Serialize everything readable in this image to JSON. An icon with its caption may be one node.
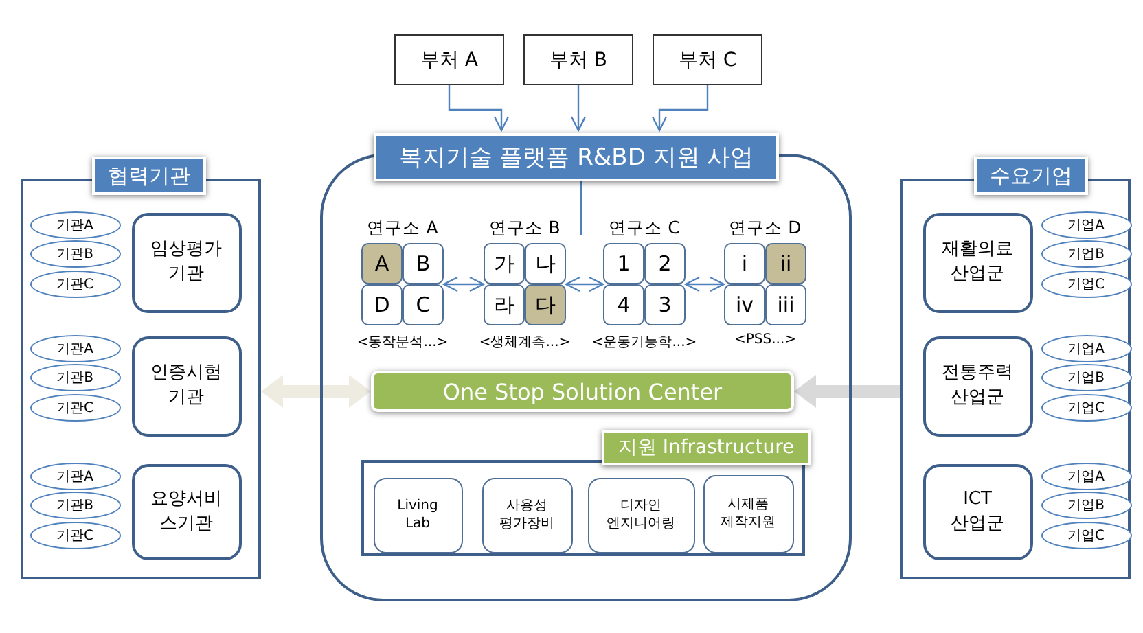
{
  "diagram": {
    "nodes": [
      {
        "text": [
          "부처 A"
        ]
      },
      {
        "text": [
          "부처 B"
        ]
      },
      {
        "text": [
          "부처 C"
        ]
      },
      {
        "text": [
          "복지기술 플랫폼 R&BD 지원 사업"
        ]
      },
      {
        "text": [
          "연구소 A"
        ],
        "beside": [
          "<동작분석...>"
        ],
        "in": 3
      },
      {
        "text": [
          "A"
        ],
        "in": 4
      },
      {
        "text": [
          "B"
        ],
        "in": 4
      },
      {
        "text": [
          "D"
        ],
        "in": 4
      },
      {
        "text": [
          "C"
        ],
        "in": 4
      },
      {
        "text": [
          "연구소 B"
        ],
        "beside": [
          "<생체계측...>"
        ],
        "in": 3
      },
      {
        "text": [
          "가"
        ],
        "in": 9
      },
      {
        "text": [
          "나"
        ],
        "in": 9
      },
      {
        "text": [
          "라"
        ],
        "in": 9
      },
      {
        "text": [
          "다"
        ],
        "in": 9
      },
      {
        "text": [
          "연구소 C"
        ],
        "beside": [
          "<운동기능학...>"
        ],
        "in": 3
      },
      {
        "text": [
          "1"
        ],
        "in": 14
      },
      {
        "text": [
          "2"
        ],
        "in": 14
      },
      {
        "text": [
          "4"
        ],
        "in": 14
      },
      {
        "text": [
          "3"
        ],
        "in": 14
      },
      {
        "text": [
          "연구소 D"
        ],
        "beside": [
          "<PSS...>"
        ],
        "in": 3
      },
      {
        "text": [
          "i"
        ],
        "in": 19
      },
      {
        "text": [
          "ii"
        ],
        "in": 19
      },
      {
        "text": [
          "iv"
        ],
        "in": 19
      },
      {
        "text": [
          "iii"
        ],
        "in": 19
      },
      {
        "text": [
          "One Stop Solution Center"
        ],
        "in": 3
      },
      {
        "text": [
          "지원 Infrastructure"
        ],
        "in": 3
      },
      {
        "text": [
          "Living Lab"
        ],
        "in": 25
      },
      {
        "text": [
          "사용성 평가장비"
        ],
        "in": 25
      },
      {
        "text": [
          "디자인 엔지니어링"
        ],
        "in": 25
      },
      {
        "text": [
          "시제품 제작지원"
        ],
        "in": 25
      },
      {
        "text": [
          "협력기관"
        ]
      },
      {
        "text": [
          "기관A"
        ],
        "in": 30
      },
      {
        "text": [
          "기관B"
        ],
        "in": 30
      },
      {
        "text": [
          "기관C"
        ],
        "in": 30
      },
      {
        "text": [
          "임상평가 기관"
        ],
        "in": 30
      },
      {
        "text": [
          "기관A"
        ],
        "in": 30
      },
      {
        "text": [
          "기관B"
        ],
        "in": 30
      },
      {
        "text": [
          "기관C"
        ],
        "in": 30
      },
      {
        "text": [
          "인증시험 기관"
        ],
        "in": 30
      },
      {
        "text": [
          "기관A"
        ],
        "in": 30
      },
      {
        "text": [
          "기관B"
        ],
        "in": 30
      },
      {
        "text": [
          "기관C"
        ],
        "in": 30
      },
      {
        "text": [
          "요양서비 스기관"
        ],
        "in": 30
      },
      {
        "text": [
          "수요기업"
        ]
      },
      {
        "text": [
          "재활의료 산업군"
        ],
        "in": 43
      },
      {
        "text": [
          "기업A"
        ],
        "in": 43
      },
      {
        "text": [
          "기업B"
        ],
        "in": 43
      },
      {
        "text": [
          "기업C"
        ],
        "in": 43
      },
      {
        "text": [
          "전통주력 산업군"
        ],
        "in": 43
      },
      {
        "text": [
          "기업A"
        ],
        "in": 43
      },
      {
        "text": [
          "기업B"
        ],
        "in": 43
      },
      {
        "text": [
          "기업C"
        ],
        "in": 43
      },
      {
        "text": [
          "ICT 산업군"
        ],
        "in": 43
      },
      {
        "text": [
          "기업A"
        ],
        "in": 43
      },
      {
        "text": [
          "기업B"
        ],
        "in": 43
      },
      {
        "text": [
          "기업C"
        ],
        "in": 43
      }
    ],
    "edges": [
      {
        "from": 0,
        "to": 3,
        "arrow": "to"
      },
      {
        "from": 1,
        "to": 3,
        "arrow": "to"
      },
      {
        "from": 2,
        "to": 3,
        "arrow": "to"
      },
      {
        "from": 4,
        "to": 9,
        "arrow": "both"
      },
      {
        "from": 9,
        "to": 14,
        "arrow": "both"
      },
      {
        "from": 14,
        "to": 19,
        "arrow": "both"
      },
      {
        "from": 24,
        "to": 30,
        "arrow": "both",
        "style": "thick",
        "color": "#eeece1"
      },
      {
        "from": 43,
        "to": 24,
        "arrow": "to",
        "style": "thick",
        "color": "#d9d9d9"
      },
      {
        "from": 3,
        "to": 9,
        "arrow": "none"
      }
    ]
  }
}
